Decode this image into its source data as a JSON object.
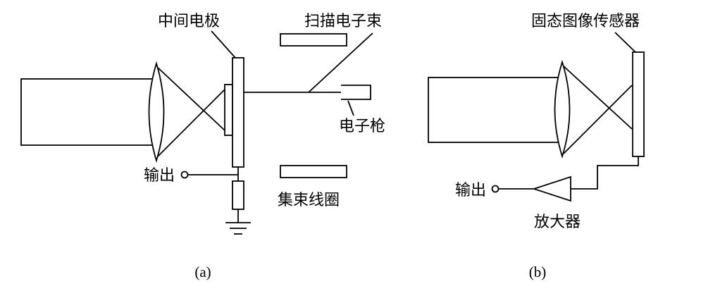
{
  "colors": {
    "line": "#000000",
    "background": "#ffffff"
  },
  "panel_a": {
    "caption": "(a)",
    "labels": {
      "intermediate_electrode": "中间电极",
      "scanning_electron_beam": "扫描电子束",
      "electron_gun": "电子枪",
      "output": "输出",
      "focusing_coil": "集束线圈"
    }
  },
  "panel_b": {
    "caption": "(b)",
    "labels": {
      "solid_state_image_sensor": "固态图像传感器",
      "output": "输出",
      "amplifier": "放大器"
    }
  }
}
